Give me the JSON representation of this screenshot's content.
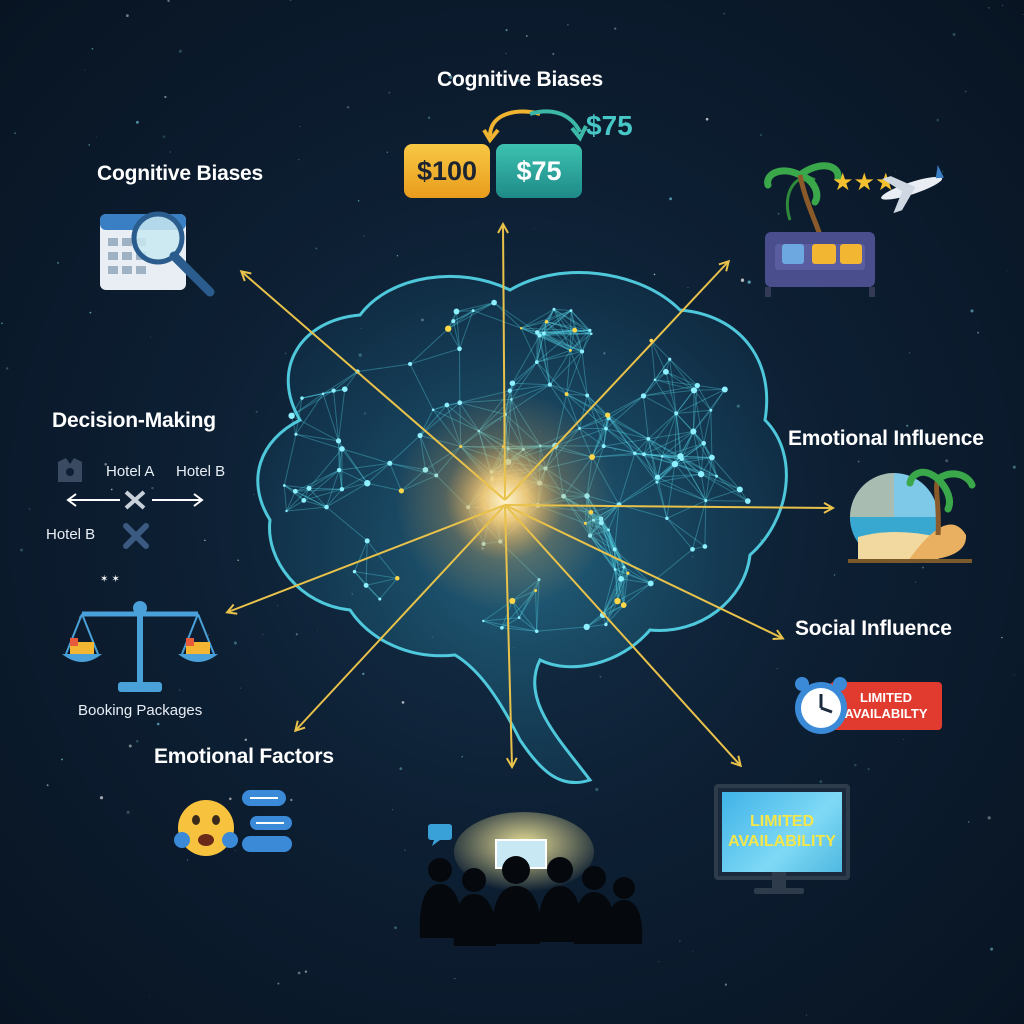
{
  "labels": {
    "top": "Cognitive Biases",
    "top_left": "Cognitive Biases",
    "left": "Decision-Making",
    "right": "Emotional Influence",
    "right_lower": "Social Influence",
    "bottom_left": "Emotional Factors",
    "booking": "Booking Packages"
  },
  "prices": {
    "old": "$100",
    "new": "$75",
    "floating": "$75"
  },
  "hotels": {
    "hotel_a": "Hotel A",
    "hotel_b_right": "Hotel B",
    "hotel_b_left": "Hotel B"
  },
  "badge": {
    "line1": "LIMITED",
    "line2": "AVAILABILTY"
  },
  "monitor": {
    "line1": "LIMITED",
    "line2": "AVAILABILITY"
  },
  "colors": {
    "arrow": "#e8c24a",
    "brain": "#4fd6e8",
    "center_glow": "#ffd27a",
    "badge": "#e13a2f"
  }
}
